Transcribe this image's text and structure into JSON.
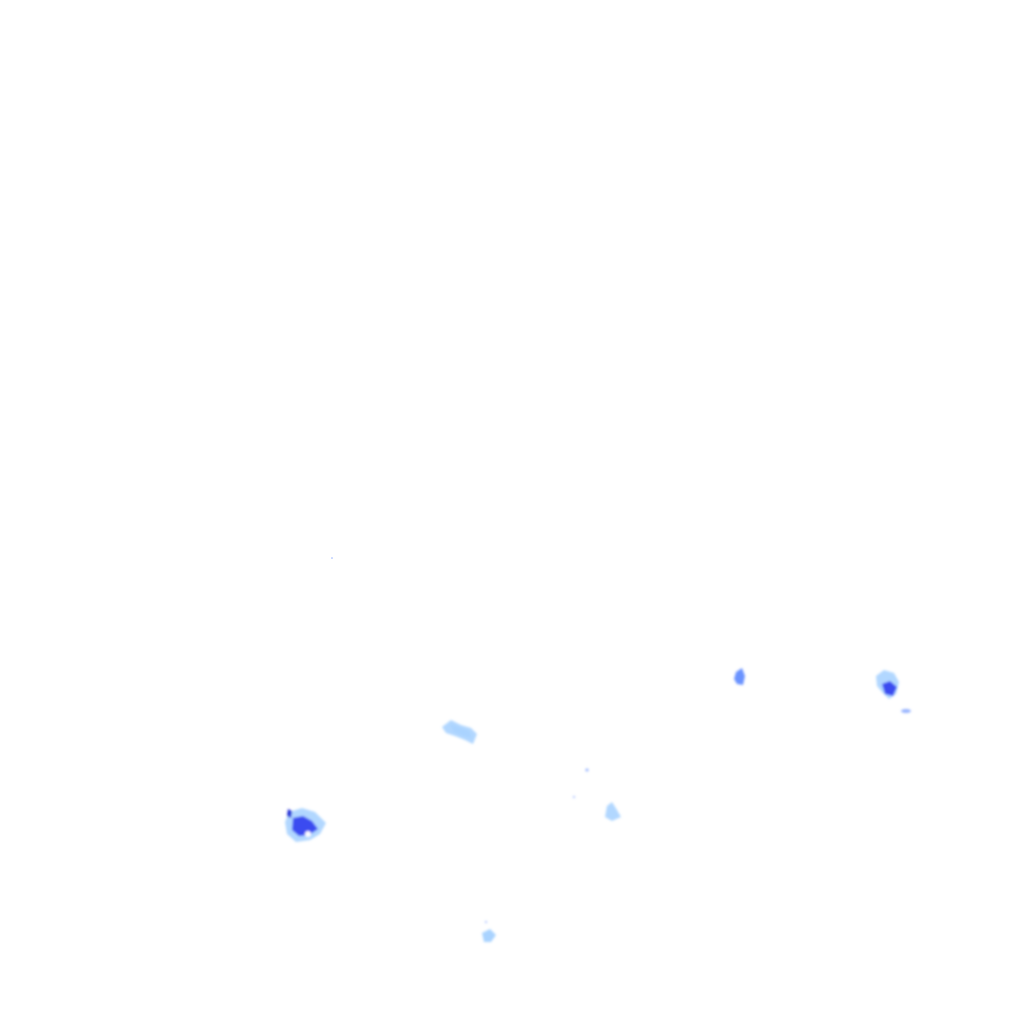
{
  "layer": {
    "type": "precipitation-radar-overlay",
    "background": "#ffffff",
    "palette": {
      "light": "#a9d3ff",
      "medium": "#6b93ff",
      "heavy": "#3b4cf0",
      "intense": "#1f2bd6"
    },
    "echo_intensities": [
      "medium",
      "heavy",
      "light",
      "heavy",
      "intense",
      "light",
      "heavy",
      "light",
      "light"
    ]
  }
}
